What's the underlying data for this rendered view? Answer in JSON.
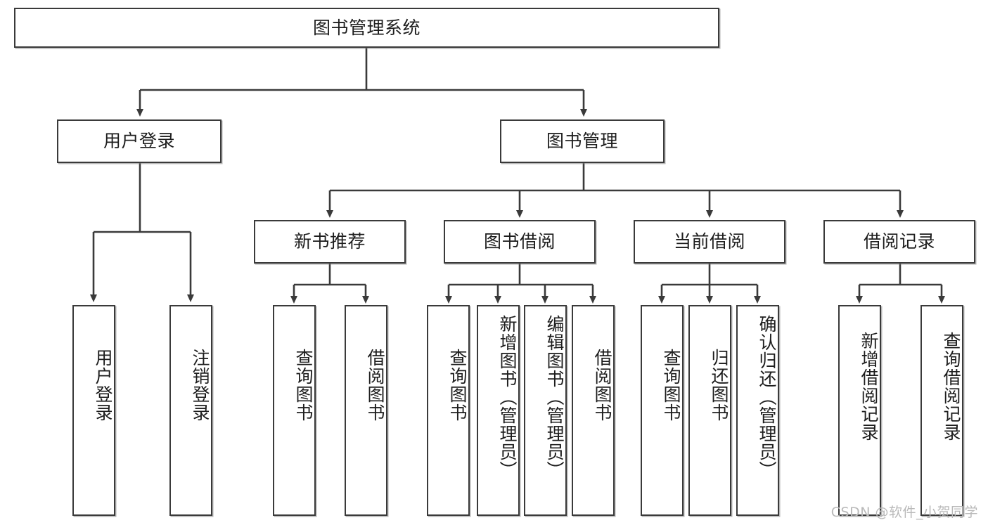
{
  "diagram": {
    "title": "图书管理系统",
    "root": {
      "id": "root",
      "label": "图书管理系统",
      "orientation": "horizontal"
    },
    "level2": [
      {
        "id": "user-login",
        "label": "用户登录",
        "orientation": "horizontal"
      },
      {
        "id": "book-management",
        "label": "图书管理",
        "orientation": "horizontal"
      }
    ],
    "level3": [
      {
        "id": "new-book-recommend",
        "label": "新书推荐",
        "orientation": "horizontal",
        "parent": "book-management"
      },
      {
        "id": "book-borrow",
        "label": "图书借阅",
        "orientation": "horizontal",
        "parent": "book-management"
      },
      {
        "id": "current-borrow",
        "label": "当前借阅",
        "orientation": "horizontal",
        "parent": "book-management"
      },
      {
        "id": "borrow-record",
        "label": "借阅记录",
        "orientation": "horizontal",
        "parent": "book-management"
      }
    ],
    "leaves": [
      {
        "id": "leaf-user-login",
        "label": "用户登录",
        "parent": "user-login"
      },
      {
        "id": "leaf-logout-login",
        "label": "注销登录",
        "parent": "user-login"
      },
      {
        "id": "leaf-query-book-1",
        "label": "查询图书",
        "parent": "new-book-recommend"
      },
      {
        "id": "leaf-borrow-book-1",
        "label": "借阅图书",
        "parent": "new-book-recommend"
      },
      {
        "id": "leaf-query-book-2",
        "label": "查询图书",
        "parent": "book-borrow"
      },
      {
        "id": "leaf-add-book",
        "label": "新增图书（管理员）",
        "parent": "book-borrow"
      },
      {
        "id": "leaf-edit-book",
        "label": "编辑图书（管理员）",
        "parent": "book-borrow"
      },
      {
        "id": "leaf-borrow-book-2",
        "label": "借阅图书",
        "parent": "book-borrow"
      },
      {
        "id": "leaf-query-book-3",
        "label": "查询图书",
        "parent": "current-borrow"
      },
      {
        "id": "leaf-return-book",
        "label": "归还图书",
        "parent": "current-borrow"
      },
      {
        "id": "leaf-confirm-return",
        "label": "确认归还（管理员）",
        "parent": "current-borrow"
      },
      {
        "id": "leaf-add-record",
        "label": "新增借阅记录",
        "parent": "borrow-record"
      },
      {
        "id": "leaf-query-record",
        "label": "查询借阅记录",
        "parent": "borrow-record"
      }
    ],
    "watermark": "CSDN @软件_小贺同学",
    "colors": {
      "stroke": "#3a3a3a",
      "text": "#1d1d1d",
      "background": "#ffffff",
      "watermark": "#b9b9b9"
    }
  }
}
